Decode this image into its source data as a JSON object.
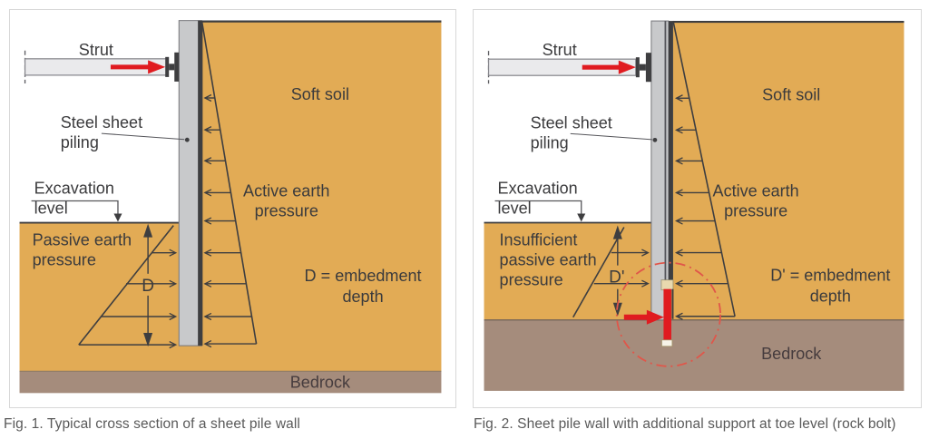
{
  "colors": {
    "soil": "#e2ab55",
    "bedrock": "#a58c7c",
    "wall_fill": "#c8c9cb",
    "wall_edge": "#3e3e40",
    "strut_fill": "#eaeaec",
    "outline": "#3e3e40",
    "red": "#e01b20",
    "circle_red": "#e0564a",
    "panel_border": "#d8d8d8",
    "caption_color": "#595959"
  },
  "fig1": {
    "caption": "Fig. 1. Typical cross section of a sheet pile wall",
    "labels": {
      "strut": "Strut",
      "soft_soil": "Soft soil",
      "piling": [
        "Steel sheet",
        "piling"
      ],
      "excavation": [
        "Excavation",
        "level"
      ],
      "active": [
        "Active earth",
        "pressure"
      ],
      "passive": [
        "Passive earth",
        "pressure"
      ],
      "dim": "D",
      "embedment": [
        "D = embedment",
        "depth"
      ],
      "bedrock": "Bedrock"
    }
  },
  "fig2": {
    "caption": "Fig. 2. Sheet pile wall with additional support at toe level (rock bolt)",
    "labels": {
      "strut": "Strut",
      "soft_soil": "Soft soil",
      "piling": [
        "Steel sheet",
        "piling"
      ],
      "excavation": [
        "Excavation",
        "level"
      ],
      "active": [
        "Active earth",
        "pressure"
      ],
      "passive": [
        "Insufficient",
        "passive earth",
        "pressure"
      ],
      "dim": "D'",
      "embedment": [
        "D' = embedment",
        "depth"
      ],
      "bedrock": "Bedrock"
    }
  }
}
